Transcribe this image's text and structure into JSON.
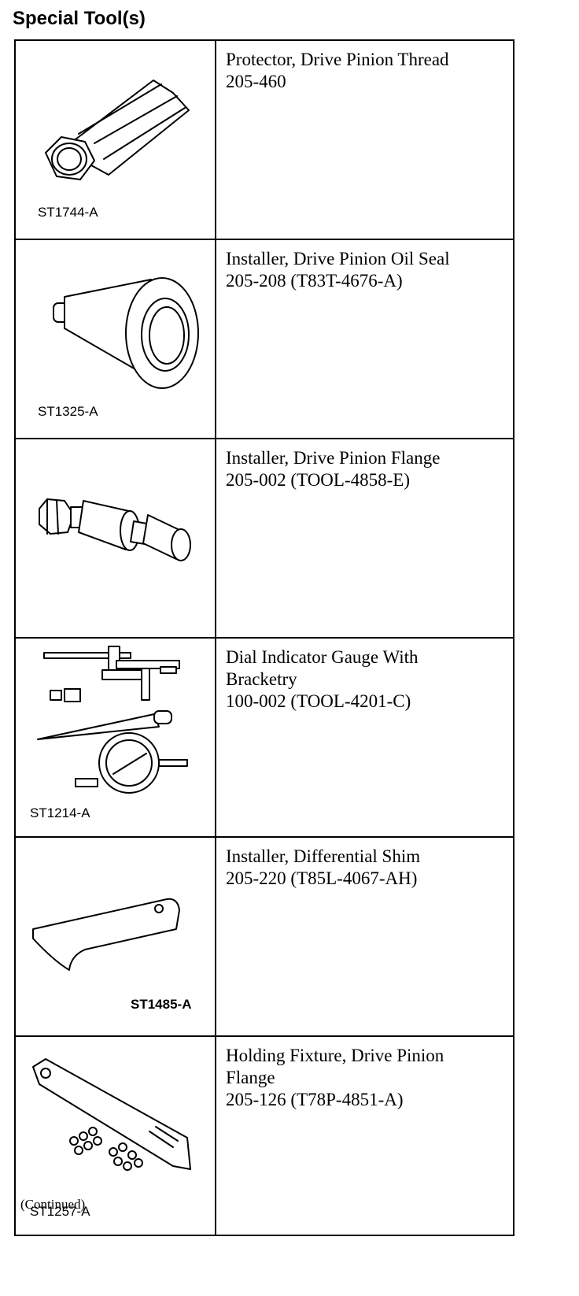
{
  "heading": "Special Tool(s)",
  "tools": [
    {
      "figure_id": "ST1744-A",
      "name": "Protector, Drive Pinion Thread",
      "number": "205-460"
    },
    {
      "figure_id": "ST1325-A",
      "name": "Installer, Drive Pinion Oil Seal",
      "number": "205-208 (T83T-4676-A)"
    },
    {
      "figure_id": "",
      "name": "Installer, Drive Pinion Flange",
      "number": "205-002 (TOOL-4858-E)"
    },
    {
      "figure_id": "ST1214-A",
      "name_line1": "Dial Indicator Gauge With",
      "name_line2": "Bracketry",
      "number": "100-002 (TOOL-4201-C)"
    },
    {
      "figure_id": "ST1485-A",
      "name": "Installer, Differential Shim",
      "number": "205-220 (T85L-4067-AH)"
    },
    {
      "figure_id": "ST1257-A",
      "name_line1": "Holding Fixture, Drive Pinion",
      "name_line2": "Flange",
      "number": "205-126 (T78P-4851-A)"
    }
  ],
  "footer": "(Continued)"
}
